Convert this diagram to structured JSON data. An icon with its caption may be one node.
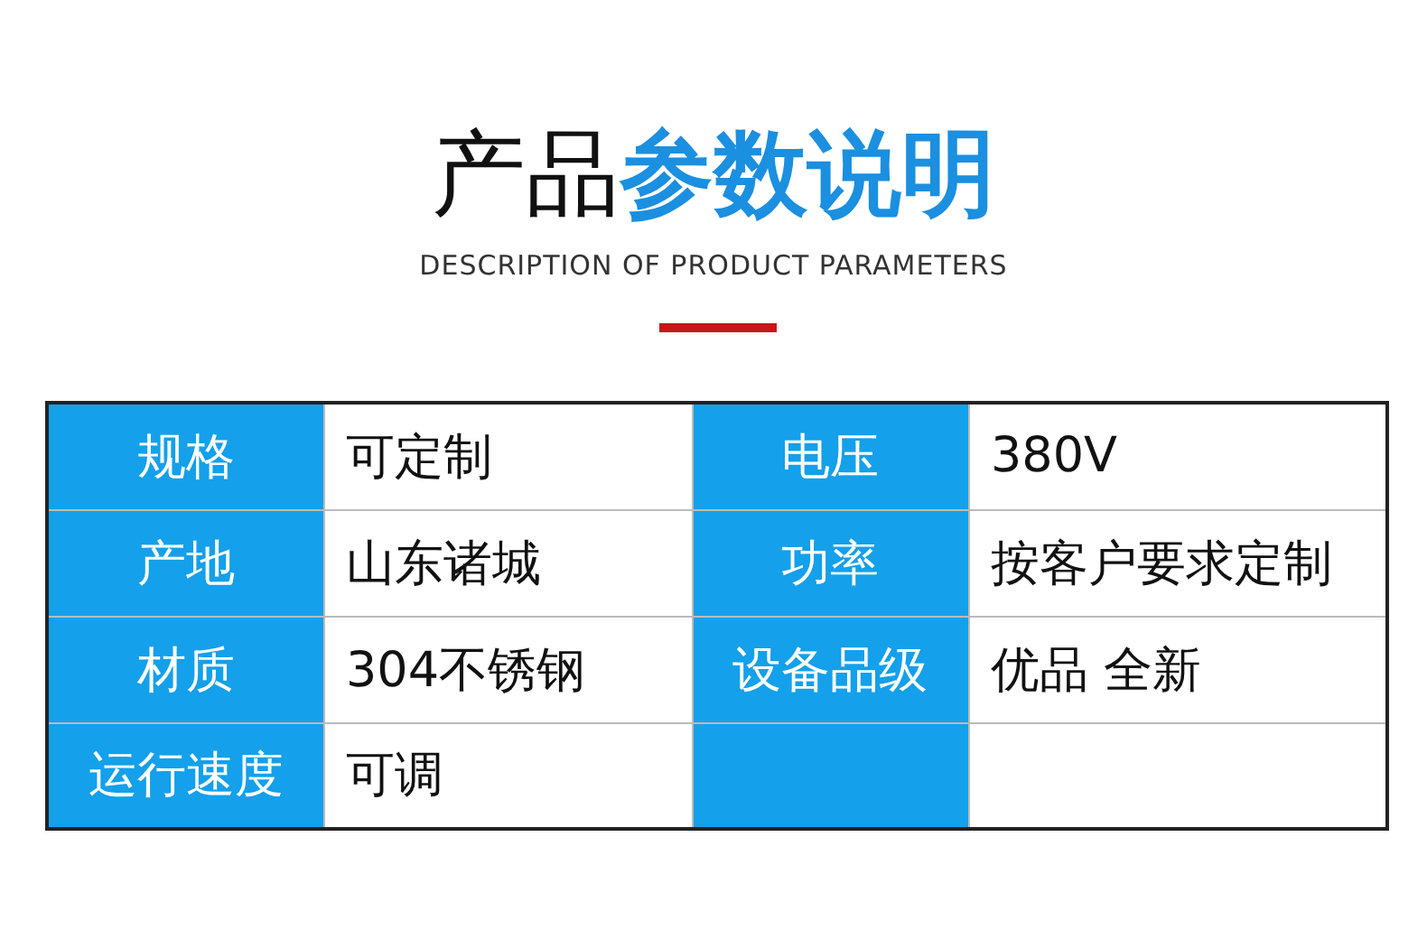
{
  "diagram": {
    "title": "产品**参数说明**",
    "labels": [
      "DESCRIPTION OF PRODUCT PARAMETERS",
      "规格",
      "可定制",
      "电压",
      "380V",
      "产地",
      "山东诸城",
      "功率",
      "按客户要求定制",
      "材质",
      "304不锈钢",
      "设备品级",
      "优品 全新",
      "运行速度",
      "可调"
    ]
  }
}
